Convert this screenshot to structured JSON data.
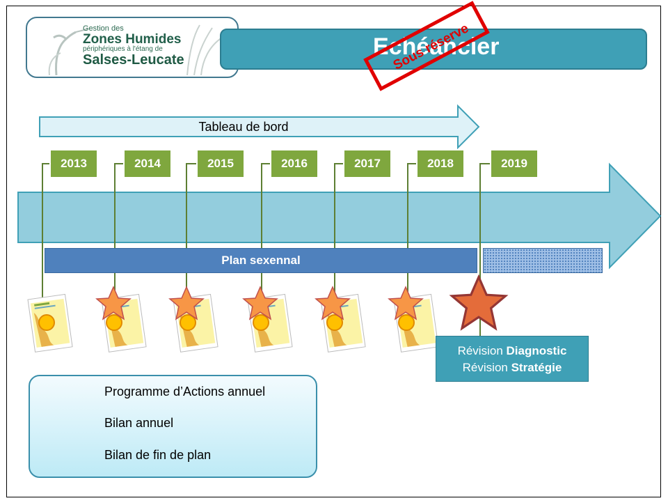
{
  "logo": {
    "line1": "Gestion des",
    "line2": "Zones Humides",
    "line3": "périphériques à l'étang de",
    "line4": "Salses-Leucate"
  },
  "title": "Echéancier",
  "stamp": "Sous réserve",
  "timeline": {
    "tableau_de_bord": "Tableau de bord",
    "years": [
      "2013",
      "2014",
      "2015",
      "2016",
      "2017",
      "2018",
      "2019"
    ],
    "plan_label": "Plan sexennal"
  },
  "revision": {
    "line1_prefix": "Révision ",
    "line1_bold": "Diagnostic",
    "line2_prefix": "Révision ",
    "line2_bold": "Stratégie"
  },
  "legend": {
    "items": [
      {
        "icon": "circle-icon",
        "label": "Programme d’Actions annuel"
      },
      {
        "icon": "star-icon",
        "label": "Bilan annuel"
      },
      {
        "icon": "dark-star-icon",
        "label": "Bilan de fin de plan"
      }
    ]
  },
  "colors": {
    "title_bg": "#3fa0b6",
    "year_bg": "#7fa73e",
    "plan_bg": "#4f81bd",
    "stamp": "#e00000",
    "star_fill": "#f79646",
    "end_star_fill": "#e46c3a",
    "circle_fill": "#ffc000"
  }
}
